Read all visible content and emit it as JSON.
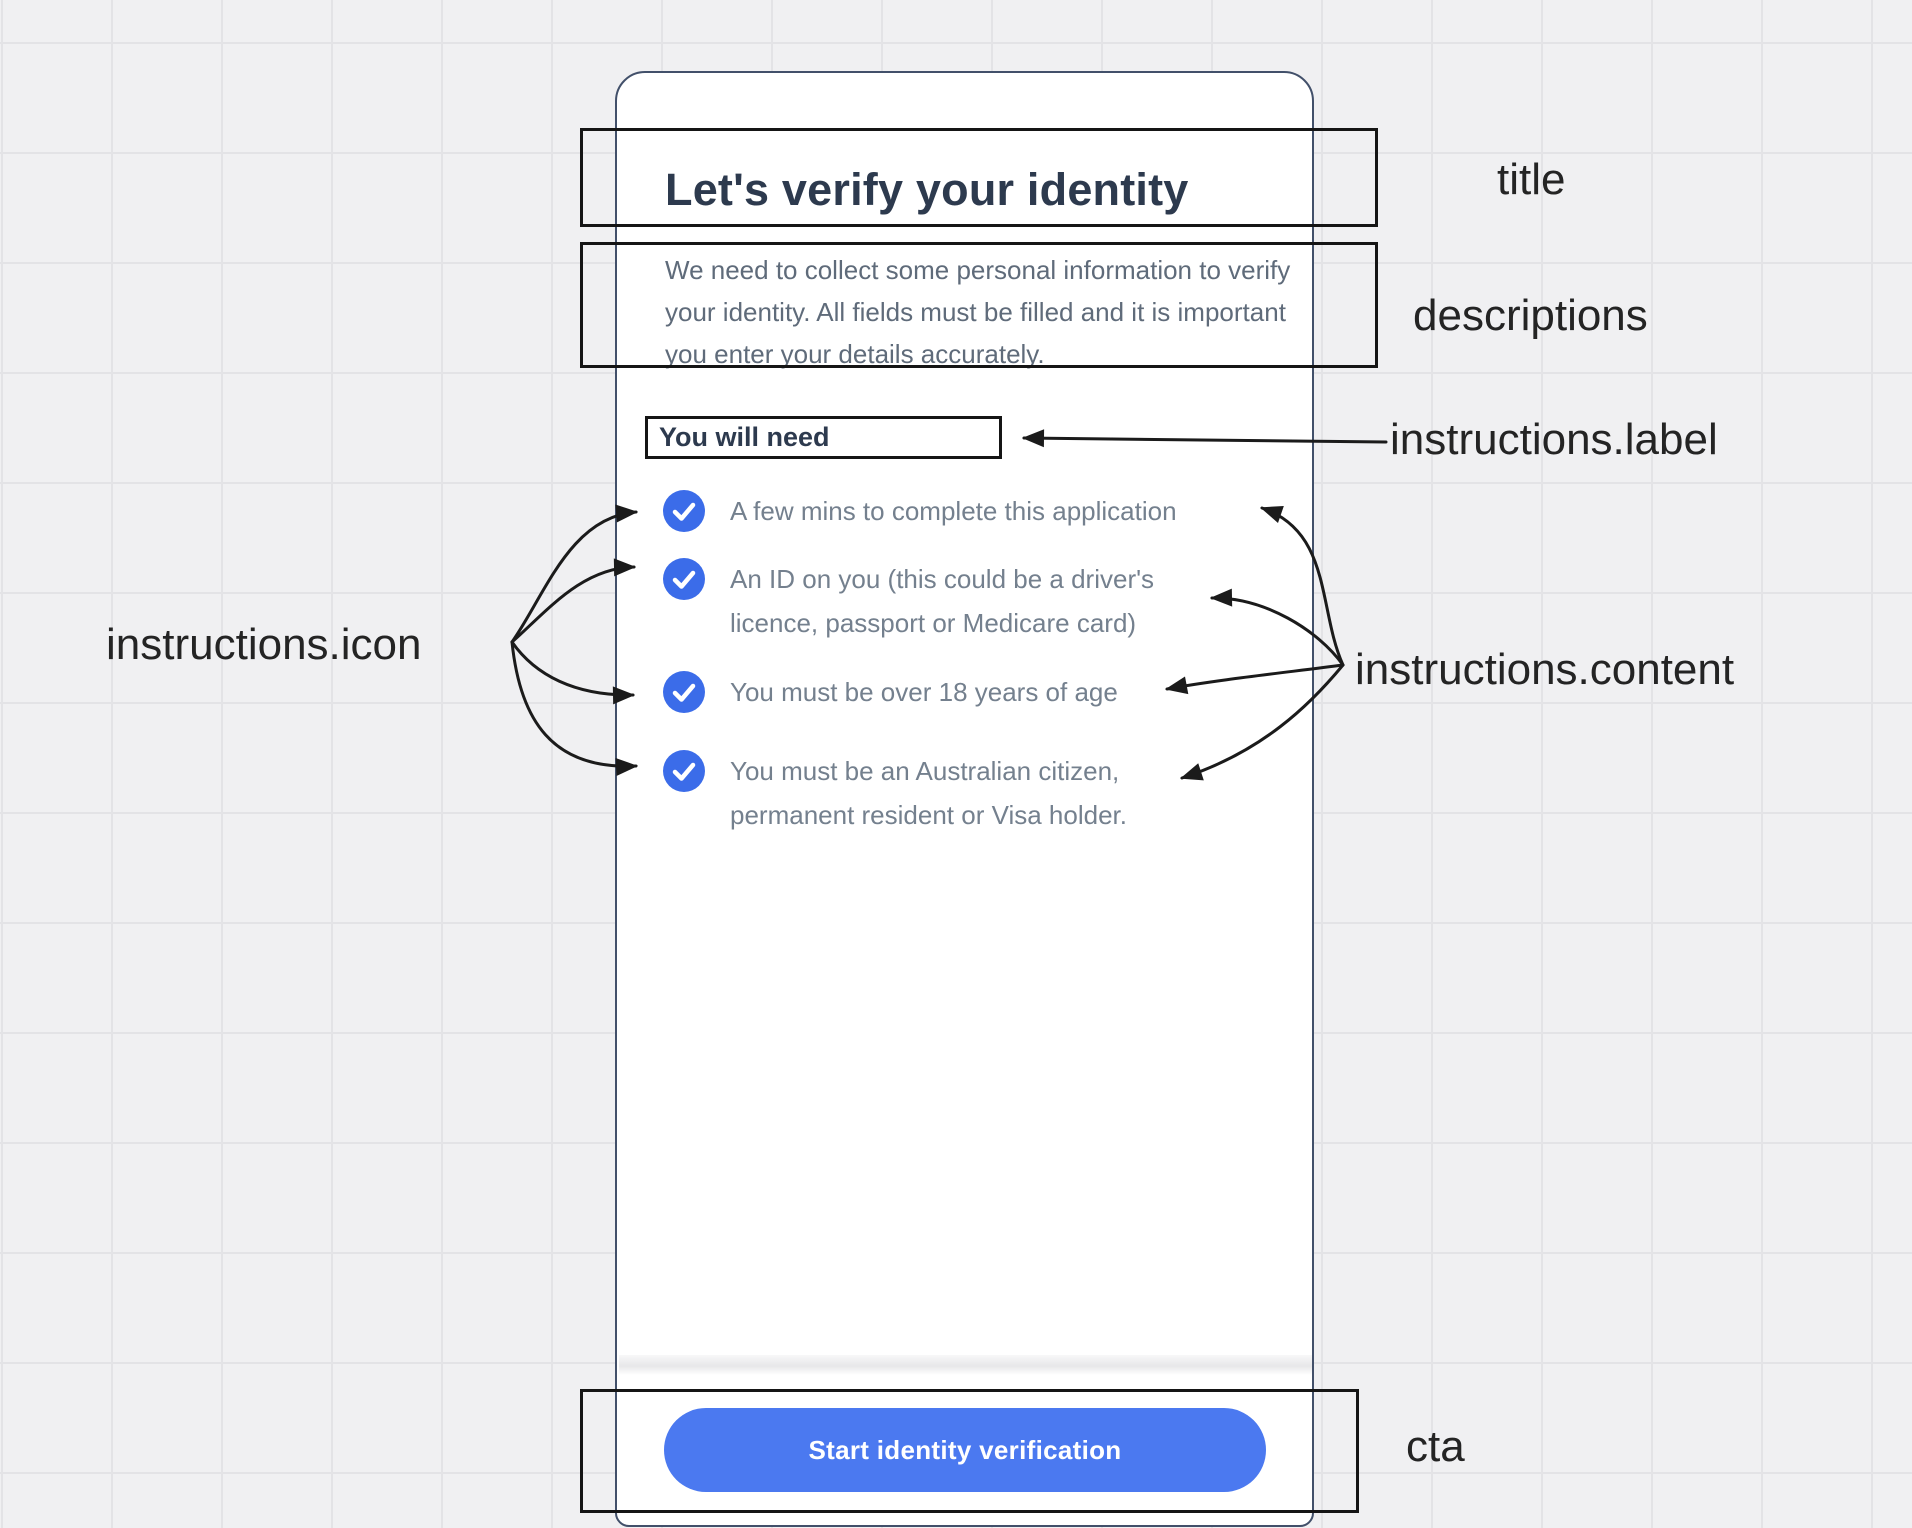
{
  "page": {
    "title": "Let's verify your identity",
    "descriptions": "We need to collect some personal information to verify your identity. All fields must be filled and it is important you enter your details accurately.",
    "instructions": {
      "label": "You will need",
      "items": [
        {
          "icon": "check-icon",
          "content": "A few mins to complete this application"
        },
        {
          "icon": "check-icon",
          "content": "An ID on you (this could be a driver's licence, passport or Medicare card)"
        },
        {
          "icon": "check-icon",
          "content": "You must be over 18 years of age"
        },
        {
          "icon": "check-icon",
          "content": "You must be an Australian citizen, permanent resident or Visa holder."
        }
      ]
    },
    "cta": "Start identity verification"
  },
  "annotations": {
    "title_label": "title",
    "descriptions_label": "descriptions",
    "instructions_label_label": "instructions.label",
    "instructions_icon_label": "instructions.icon",
    "instructions_content_label": "instructions.content",
    "cta_label": "cta"
  },
  "colors": {
    "icon_blue": "#3b6ce9",
    "button_blue": "#4b79f0",
    "heading_text": "#2d3a4e",
    "body_text": "#5f6b7a",
    "item_text": "#74808e",
    "annotation_ink": "#1b1b1b",
    "card_border": "#42506a",
    "canvas_background": "#f0f0f2"
  }
}
